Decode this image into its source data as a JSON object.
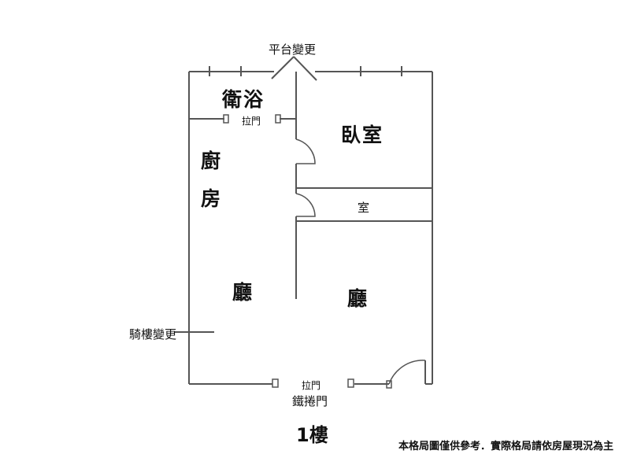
{
  "rooms": {
    "bathroom": "衛浴",
    "bedroom": "臥室",
    "kitchen_top": "廚",
    "kitchen_bottom": "房",
    "small_room": "室",
    "hall_left": "廳",
    "hall_right": "廳"
  },
  "annotations": {
    "balcony_change": "平台變更",
    "arcade_change": "騎樓變更",
    "sliding_door_top": "拉門",
    "sliding_door_bottom": "拉門",
    "shutter_door": "鐵捲門"
  },
  "floor_label": "1樓",
  "disclaimer": "本格局圖僅供參考．實際格局請依房屋現況為主"
}
